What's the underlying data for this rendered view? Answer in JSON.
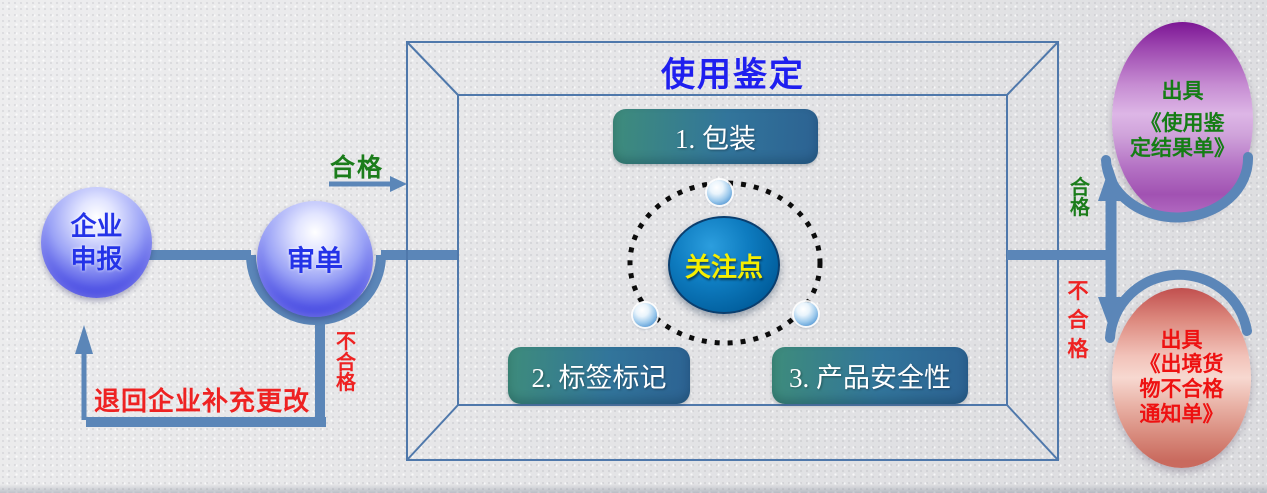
{
  "title": "使用鉴定",
  "spheres": {
    "enterprise": {
      "line1": "企业",
      "line2": "申报"
    },
    "review": {
      "label": "审单"
    }
  },
  "focus": {
    "label": "关注点"
  },
  "focus_items": [
    {
      "label": "1. 包装"
    },
    {
      "label": "2. 标签标记"
    },
    {
      "label": "3. 产品安全性"
    }
  ],
  "flow_labels": {
    "review_pass": "合格",
    "review_fail": "不合格",
    "return_note": "退回企业补充更改",
    "result_pass": "合格",
    "result_fail": "不合格"
  },
  "results": {
    "pass": {
      "line1": "出具",
      "line2": "《使用鉴",
      "line3": "定结果单》"
    },
    "fail": {
      "line1": "出具",
      "line2": "《出境货",
      "line3": "物不合格",
      "line4": "通知单》"
    }
  },
  "colors": {
    "connector_blue": "#5b86b8",
    "frame_blue": "#4f78ab",
    "title_blue": "#1f1fef",
    "pass_green": "#1b7d1b",
    "fail_red": "#ee2222",
    "focus_yellow": "#f6ef00",
    "item_teal": "#3e8c7b",
    "item_steel_blue": "#2c6292",
    "sphere_blue": "#2023c6",
    "result_pass_purple": "#9b44ae",
    "result_fail_pink": "#dd8a7f"
  }
}
